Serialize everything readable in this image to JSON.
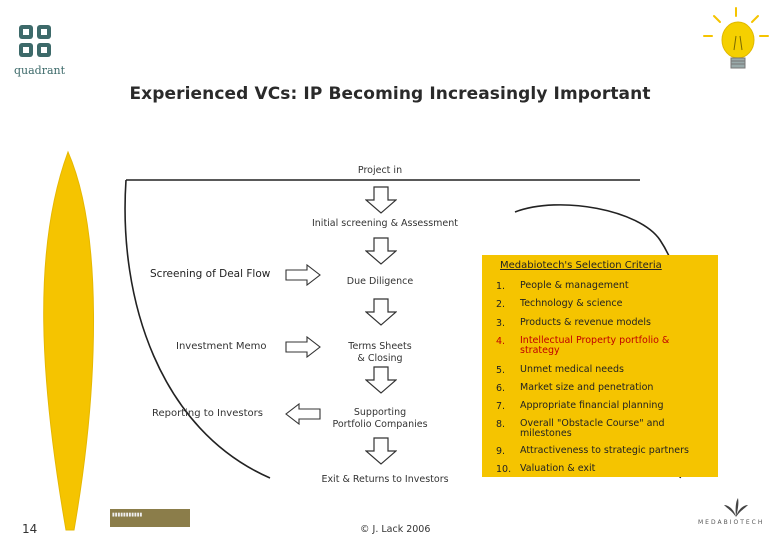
{
  "title": "Experienced VCs: IP Becoming Increasingly Important",
  "logo": {
    "name": "quadrant",
    "icon": "grid-logo-icon"
  },
  "flow": {
    "project_in": "Project in",
    "initial_screening": "Initial screening & Assessment",
    "due_diligence": "Due Diligence",
    "term_sheets": "Terms Sheets\n& Closing",
    "supporting": "Supporting\nPortfolio Companies",
    "exit": "Exit & Returns to Investors"
  },
  "side_labels": {
    "screening": "Screening of Deal Flow",
    "memo": "Investment Memo",
    "reporting": "Reporting to Investors"
  },
  "criteria": {
    "title": "Medabiotech's Selection Criteria",
    "items": [
      {
        "num": "1.",
        "text": "People & management"
      },
      {
        "num": "2.",
        "text": "Technology & science"
      },
      {
        "num": "3.",
        "text": "Products & revenue models"
      },
      {
        "num": "4.",
        "text": "Intellectual Property portfolio & strategy",
        "highlight": true
      },
      {
        "num": "5.",
        "text": "Unmet medical needs"
      },
      {
        "num": "6.",
        "text": "Market size and penetration"
      },
      {
        "num": "7.",
        "text": "Appropriate financial planning"
      },
      {
        "num": "8.",
        "text": "Overall \"Obstacle Course\" and milestones"
      },
      {
        "num": "9.",
        "text": "Attractiveness to strategic partners"
      },
      {
        "num": "10.",
        "text": "Valuation & exit"
      }
    ]
  },
  "footer": {
    "page_number": "14",
    "copyright": "© J. Lack 2006",
    "medabiotech_logo": "MEDABIOTECH"
  },
  "colors": {
    "accent": "#f5c400",
    "highlight": "#c00000"
  }
}
